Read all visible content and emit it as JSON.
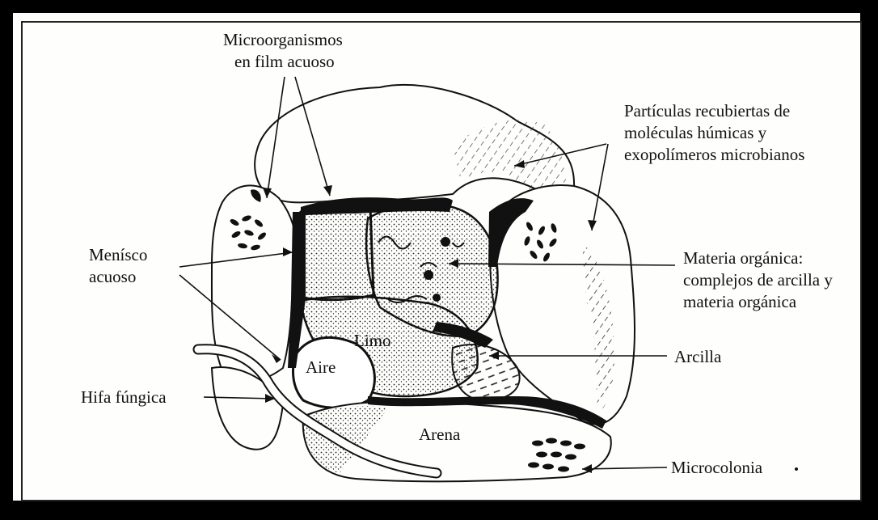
{
  "labels": {
    "microorganismos": [
      "Microorganismos",
      "en film acuoso"
    ],
    "particulas": [
      "Partículas recubiertas de",
      "moléculas húmicas y",
      "exopolímeros microbianos"
    ],
    "menisco": [
      "Menísco",
      "acuoso"
    ],
    "materia": [
      "Materia orgánica:",
      "complejos de arcilla y",
      "materia orgánica"
    ],
    "arcilla": "Arcilla",
    "hifa": "Hifa fúngica",
    "microcolonia": "Microcolonia",
    "limo": "Limo",
    "aire": "Aire",
    "arena": "Arena"
  },
  "colors": {
    "frame": "#000000",
    "background": "#fefefc",
    "ink": "#111111"
  }
}
